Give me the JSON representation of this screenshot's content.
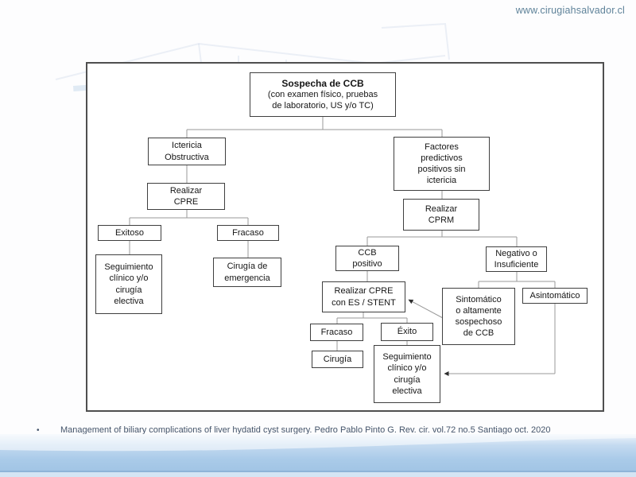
{
  "header": {
    "url": "www.cirugiahsalvador.cl"
  },
  "colors": {
    "url_text": "#5e8299",
    "citation_text": "#44546a",
    "box_border": "#3f3f3f",
    "connector_line": "#9a9a9a",
    "band_blue": "#a9c9e8",
    "band_line": "#8fb4d8"
  },
  "diagram": {
    "nodes": {
      "sospecha": {
        "title": "Sospecha de CCB",
        "subtitle": "(con examen físico, pruebas\nde laboratorio, US y/o TC)"
      },
      "ictericia": {
        "label": "Ictericia\nObstructiva"
      },
      "realizar_cpre": {
        "label": "Realizar\nCPRE"
      },
      "exitoso": {
        "label": "Exitoso"
      },
      "fracaso_izq": {
        "label": "Fracaso"
      },
      "seguimiento_izq": {
        "label": "Seguimiento\nclínico y/o\ncirugía\nelectiva"
      },
      "cirugia_emergencia": {
        "label": "Cirugía de\nemergencia"
      },
      "factores": {
        "label": "Factores\npredictivos\npositivos sin\nictericia"
      },
      "realizar_cprm": {
        "label": "Realizar\nCPRM"
      },
      "ccb_positivo": {
        "label": "CCB\npositivo"
      },
      "negativo": {
        "label": "Negativo o\nInsuficiente"
      },
      "realizar_cpre_es": {
        "label": "Realizar CPRE\ncon ES / STENT"
      },
      "sintomatico": {
        "label": "Sintomático\no altamente\nsospechoso\nde CCB"
      },
      "asintomatico": {
        "label": "Asintomático"
      },
      "fracaso_der": {
        "label": "Fracaso"
      },
      "exito": {
        "label": "Éxito"
      },
      "cirugia_der": {
        "label": "Cirugía"
      },
      "seguimiento_der": {
        "label": "Seguimiento\nclínico y/o\ncirugía\nelectiva"
      }
    }
  },
  "footer": {
    "bullet": "•",
    "citation": "Management of biliary complications of liver hydatid cyst surgery. Pedro Pablo Pinto G. Rev. cir. vol.72 no.5 Santiago oct. 2020"
  }
}
